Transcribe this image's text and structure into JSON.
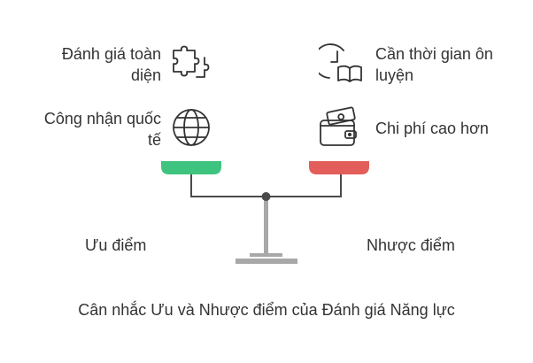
{
  "pros": {
    "label": "Ưu điểm",
    "color": "#3fc47f",
    "items": [
      {
        "line1": "Đánh giá toàn",
        "line2": "diện",
        "icon": "puzzle-icon"
      },
      {
        "line1": "Công nhận quốc",
        "line2": "tế",
        "icon": "globe-icon"
      }
    ]
  },
  "cons": {
    "label": "Nhược điểm",
    "color": "#e35d5a",
    "items": [
      {
        "line1": "Cần thời gian ôn",
        "line2": "luyện",
        "icon": "clock-book-icon"
      },
      {
        "line1": "Chi phí cao hơn",
        "line2": "",
        "icon": "wallet-icon"
      }
    ]
  },
  "caption": "Cân nhắc Ưu và Nhược điểm của Đánh giá Năng lực",
  "colors": {
    "line": "#4a4a4a",
    "base": "#a8a8a8",
    "text": "#333333"
  }
}
